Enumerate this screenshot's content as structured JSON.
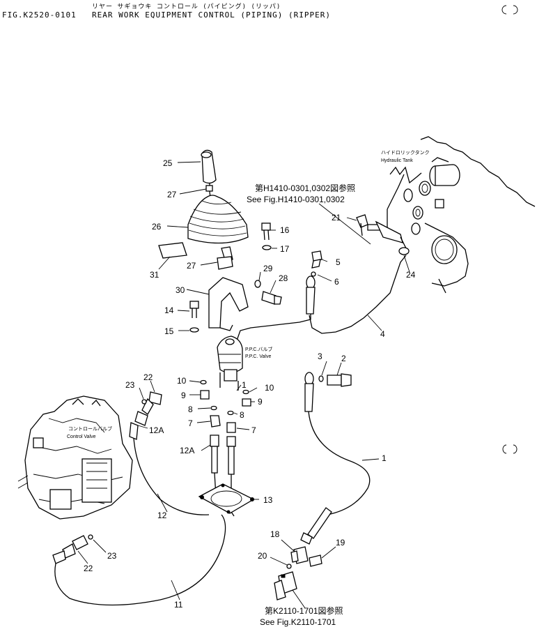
{
  "header": {
    "japanese_title": "リヤー サギョウキ コントロール (パイピング) (リッパ)",
    "figure_number": "FIG.K2520-0101",
    "title": "REAR WORK EQUIPMENT CONTROL (PIPING) (RIPPER)"
  },
  "labels": {
    "hydraulic_tank_jp": "ハイドロリックタンク",
    "hydraulic_tank_en": "Hydraulic Tank",
    "ppc_valve_jp": "P.P.C.バルブ",
    "ppc_valve_en": "P.P.C. Valve",
    "control_valve_jp": "コントロールバルブ",
    "control_valve_en": "Control Valve"
  },
  "references": {
    "ref_h1410_jp": "第H1410-0301,0302図参照",
    "ref_h1410_en": "See Fig.H1410-0301,0302",
    "ref_k2110_jp": "第K2110-1701図参照",
    "ref_k2110_en": "See Fig.K2110-1701"
  },
  "callouts": {
    "p1": "1",
    "p2": "2",
    "p3": "3",
    "p4": "4",
    "p5": "5",
    "p6": "6",
    "p7a": "7",
    "p7b": "7",
    "p8a": "8",
    "p8b": "8",
    "p9a": "9",
    "p9b": "9",
    "p10a": "10",
    "p10b": "10",
    "p11": "11",
    "p12": "12",
    "p12a_top": "12A",
    "p12a_bottom": "12A",
    "p13": "13",
    "p14": "14",
    "p15": "15",
    "p16": "16",
    "p17": "17",
    "p18": "18",
    "p19": "19",
    "p20": "20",
    "p21": "21",
    "p22a": "22",
    "p22b": "22",
    "p23a": "23",
    "p23b": "23",
    "p24": "24",
    "p25": "25",
    "p26": "26",
    "p27a": "27",
    "p27b": "27",
    "p28": "28",
    "p29": "29",
    "p30": "30",
    "p31": "31",
    "p1_small": "1"
  }
}
